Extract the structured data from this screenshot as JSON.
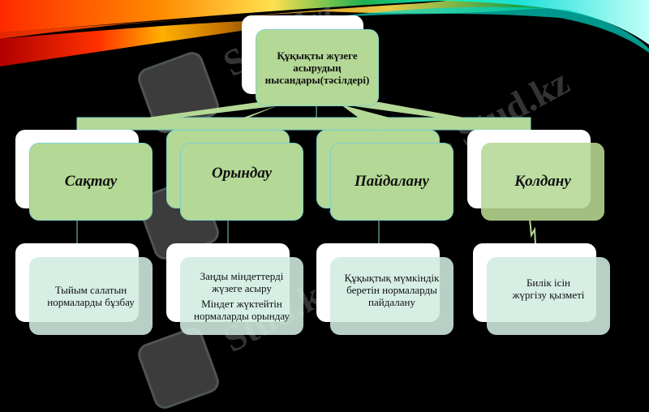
{
  "slide": {
    "background_color": "#000000",
    "accent_colors": {
      "swoosh_warm": [
        "#ff3b00",
        "#ffd000",
        "#8a0000"
      ],
      "swoosh_cool": [
        "#00e0d0",
        "#1fb050",
        "#9ff7ef"
      ],
      "node_green": "#b4d895",
      "node_border": "#7fd2c8",
      "leaf_mint": "#d0ece0"
    }
  },
  "diagram": {
    "root": {
      "label": "Құқықты жүзеге асырудың нысандары(тәсілдері)"
    },
    "branches": [
      {
        "label": "Сақтау",
        "leaf": [
          "Тыйым салатын нормаларды бұзбау"
        ]
      },
      {
        "label": "Орындау",
        "leaf": [
          "Заңды міндеттерді жүзеге асыру",
          "Міндет жүктейтін нормаларды орындау"
        ]
      },
      {
        "label": "Пайдалану",
        "leaf": [
          "Құқықтық мүмкіндік беретін нормаларды пайдалану"
        ]
      },
      {
        "label": "Қолдану",
        "leaf": [
          "Билік ісін жүргізу қызметі"
        ]
      }
    ]
  },
  "watermark": {
    "text": "Stud.kz",
    "text_alt": "Stud.kz - Stud.kz",
    "logo_icon": "hummingbird-icon"
  }
}
